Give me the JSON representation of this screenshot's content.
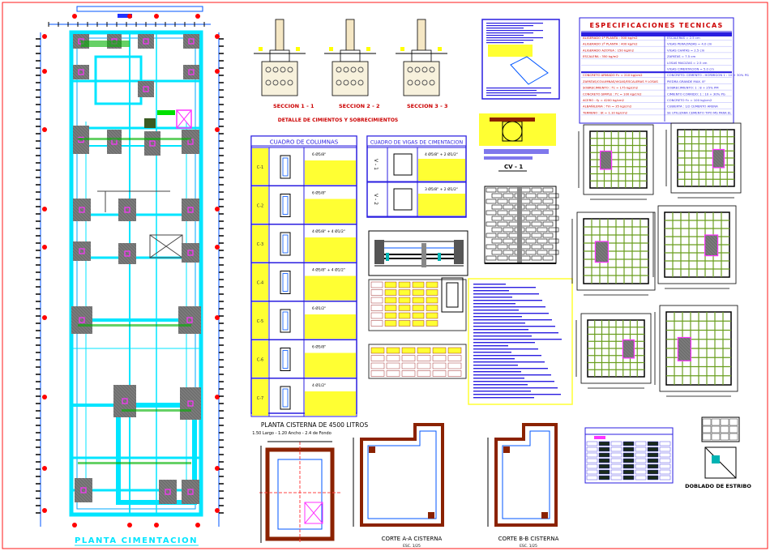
{
  "plan_title": "PLANTA CIMENTACION",
  "sections": {
    "labels": [
      "SECCION 1 - 1",
      "SECCION 2 - 2",
      "SECCION 3 - 3"
    ],
    "caption": "DETALLE DE CIMIENTOS Y SOBRECIMIENTOS"
  },
  "columns_table": {
    "title": "CUADRO DE COLUMNAS",
    "rows": [
      {
        "code": "C-1",
        "steel": "6 Ø5/8\""
      },
      {
        "code": "C-2",
        "steel": "6 Ø5/8\""
      },
      {
        "code": "C-3",
        "steel": "4 Ø5/8\" + 4 Ø1/2\""
      },
      {
        "code": "C-4",
        "steel": "4 Ø5/8\" + 4 Ø1/2\""
      },
      {
        "code": "C-5",
        "steel": "6 Ø1/2\""
      },
      {
        "code": "C-6",
        "steel": "6 Ø5/8\""
      },
      {
        "code": "C-7",
        "steel": "4 Ø1/2\""
      }
    ]
  },
  "beams_table": {
    "title": "CUADRO DE VIGAS DE CIMENTACION",
    "rows": [
      {
        "code": "V - 1",
        "steel": "4 Ø5/8\" + 2 Ø1/2\""
      },
      {
        "code": "V - 2",
        "steel": "3 Ø5/8\" + 2 Ø1/2\""
      }
    ]
  },
  "cv_label": "CV - 1",
  "specs": {
    "title": "ESPECIFICACIONES TECNICAS",
    "rows": [
      [
        "ALIGERADO 1º PLANTA : 300 kg/m2",
        "ESCALERAS = 2.5 cm"
      ],
      [
        "ALIGERADO 2º PLANTA : 400 kg/m2",
        "VIGAS PERALTADAS = 4.0 cm"
      ],
      [
        "ALIGERADO AZOTEA : 150 kg/m2",
        "VIGAS CHATAS = 2.5 cm"
      ],
      [
        "ESCALERA : 350 kg/m2",
        "ZAPATAS = 7.5 cm"
      ],
      [
        "",
        "LOSAS MACIZAS = 2.5 cm"
      ],
      [
        "",
        "VIGAS CIMENTACION = 5.0 cm"
      ],
      [
        "CONCRETO ARMADO f'c = 210 kg/cm2",
        "CONCRETO: CEMENTO - HORMIGON 1 : 10 + 30% PG"
      ],
      [
        "ZAPATAS/COLUMNAS/VIGAS/ESCALERAS Y LOSAS",
        "PIEDRA GRANDE MAX. 8\""
      ],
      [
        "SOBRECIMIENTO : f'c = 175 kg/cm2",
        "SOBRECIMIENTO: 1 : 8 + 25% PM"
      ],
      [
        "CONCRETO SIMPLE : f'c = 100 kg/cm2",
        "CIMIENTO CORRIDO: 1 : 10 + 30% PG"
      ],
      [
        "ACERO : fy = 4200 kg/cm2",
        "CONCRETO f'c = 100 kg/cm2"
      ],
      [
        "ALBAÑILERIA : f'm = 35 kg/cm2",
        "CUBIERTA : 1/2 CEMENTO ARENA"
      ],
      [
        "TERRENO : δt = 1.10 kg/cm2",
        "SE UTILIZARA CEMENTO TIPO MS PARA EL"
      ]
    ]
  },
  "cistern": {
    "plan_title": "PLANTA CISTERNA DE 4500 LITROS",
    "plan_subtitle": "1.50 Largo - 1.20 Ancho - 2.4 de Fondo",
    "cut_a": "CORTE A-A  CISTERNA",
    "cut_b": "CORTE B-B  CISTERNA",
    "scale_a": "ESC. 1/25",
    "scale_b": "ESC. 1/25"
  },
  "stirrup_title": "DOBLADO DE ESTRIBO",
  "colors": {
    "frame": "#ff1a1a",
    "dim": "#0055ff",
    "beam": "#00e5ff",
    "column_hatch": "#7a7a7a",
    "column_edge": "#ff33ff",
    "footing": "#00b300",
    "table_frame": "#2a1ee0",
    "table_fill": "#ffff33",
    "mesh": "#6a9e1f",
    "axis_bubble": "#ff0000",
    "wall": "#8b2200"
  }
}
